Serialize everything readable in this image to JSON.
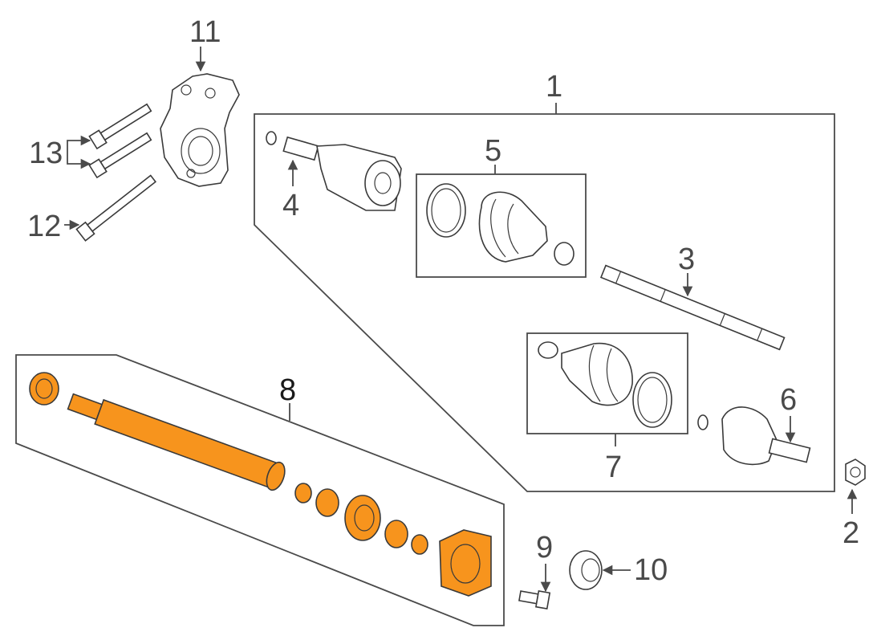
{
  "diagram": {
    "highlight_color": "#f7941d",
    "highlight_shade": "#d9791a",
    "line_color": "#4a4a4a",
    "callouts": {
      "c1": "1",
      "c2": "2",
      "c3": "3",
      "c4": "4",
      "c5": "5",
      "c6": "6",
      "c7": "7",
      "c8": "8",
      "c9": "9",
      "c10": "10",
      "c11": "11",
      "c12": "12",
      "c13": "13"
    }
  }
}
